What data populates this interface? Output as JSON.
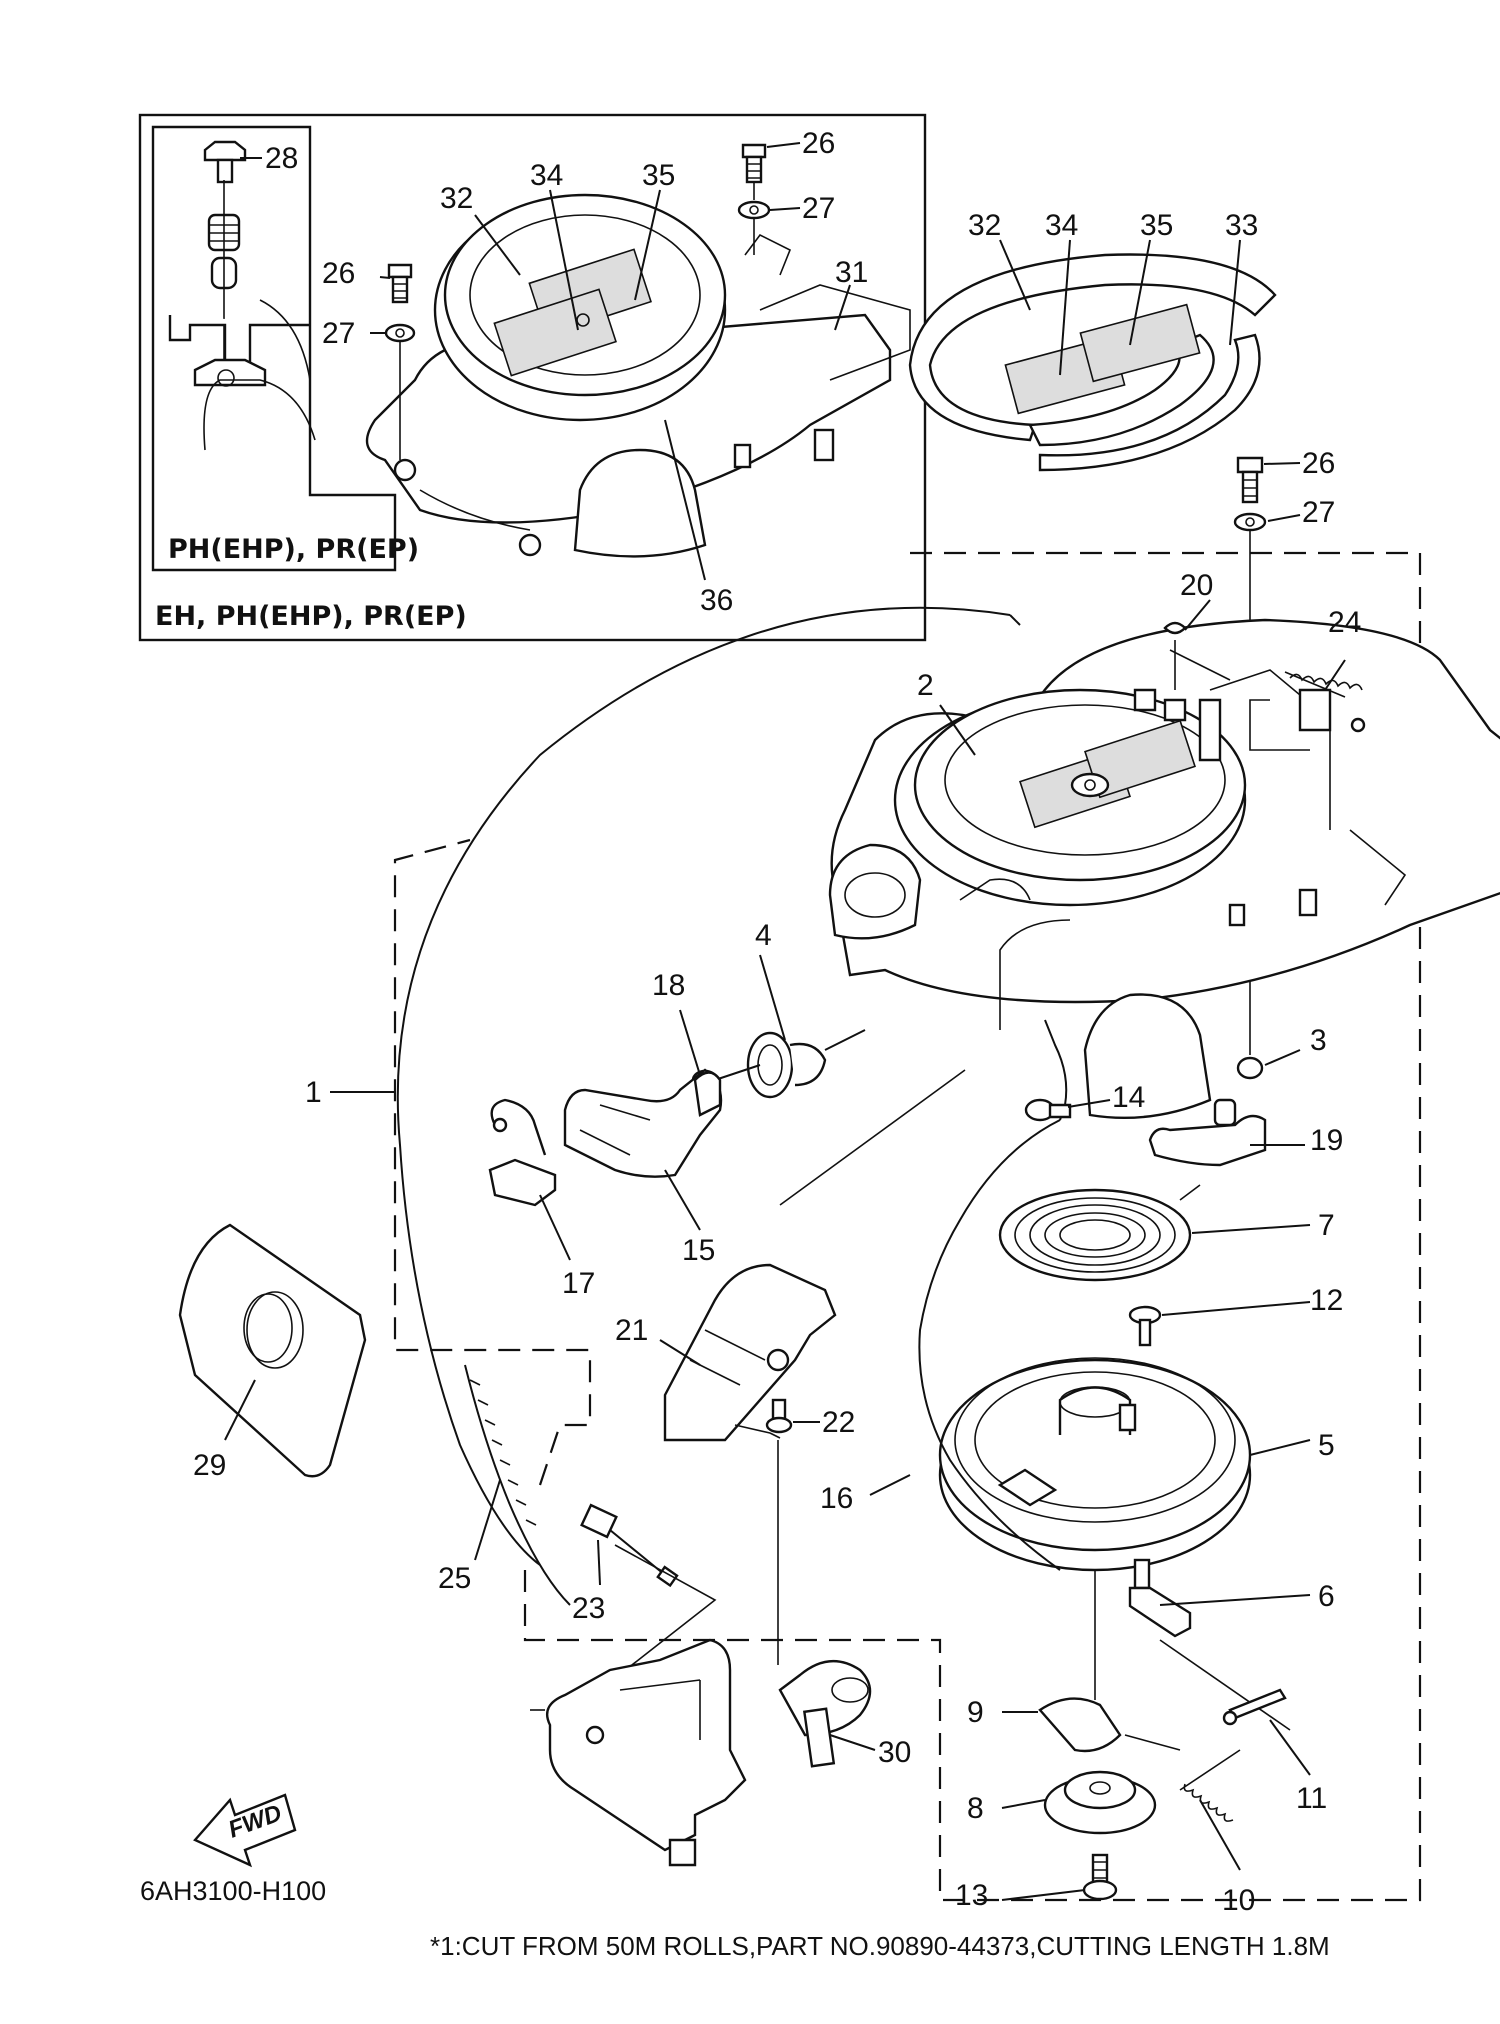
{
  "inset": {
    "outer_caption": "EH, PH(EHP), PR(EP)",
    "inner_caption": "PH(EHP), PR(EP)"
  },
  "callouts": [
    "1",
    "2",
    "3",
    "4",
    "5",
    "6",
    "7",
    "8",
    "9",
    "10",
    "11",
    "12",
    "13",
    "14",
    "15",
    "16",
    "17",
    "18",
    "19",
    "20",
    "21",
    "22",
    "23",
    "24",
    "25",
    "26",
    "27",
    "28",
    "29",
    "30",
    "31",
    "32",
    "33",
    "34",
    "35",
    "36"
  ],
  "fwd_label": "FWD",
  "drawing_code": "6AH3100-H100",
  "footnote": "*1:CUT FROM 50M ROLLS,PART NO.90890-44373,CUTTING LENGTH 1.8M"
}
